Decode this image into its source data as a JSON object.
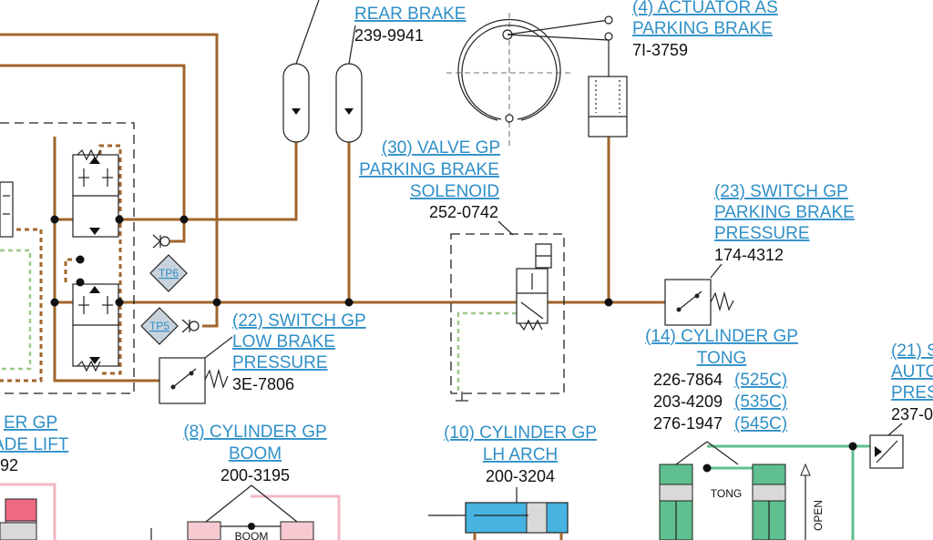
{
  "labels": {
    "rear_brake": {
      "name": "REAR BRAKE",
      "part": "239-9941"
    },
    "actuator": {
      "line1": "(4) ACTUATOR AS",
      "line2": "PARKING BRAKE",
      "part": "7I-3759"
    },
    "valve": {
      "line1": "(30) VALVE GP",
      "line2": "PARKING BRAKE",
      "line3": "SOLENOID",
      "part": "252-0742"
    },
    "switch23": {
      "line1": "(23) SWITCH GP",
      "line2": "PARKING BRAKE",
      "line3": "PRESSURE",
      "part": "174-4312"
    },
    "switch22": {
      "line1": "(22) SWITCH GP",
      "line2": "LOW BRAKE",
      "line3": "PRESSURE",
      "part": "3E-7806"
    },
    "cyl14": {
      "line1": "(14) CYLINDER GP",
      "line2": "TONG",
      "parts": [
        {
          "part": "226-7864",
          "ref": "(525C)"
        },
        {
          "part": "203-4209",
          "ref": "(535C)"
        },
        {
          "part": "276-1947",
          "ref": "(545C)"
        }
      ],
      "inner_label": "TONG",
      "open_label": "OPEN"
    },
    "cyl21": {
      "line1": "(21) S",
      "line2": "AUTO",
      "line3": "PRES",
      "part": "237-0"
    },
    "cyl8": {
      "line1": "(8) CYLINDER GP",
      "line2": "BOOM",
      "part": "200-3195",
      "inner_label": "BOOM"
    },
    "cyl10": {
      "line1": "(10) CYLINDER GP",
      "line2": "LH ARCH",
      "part": "200-3204"
    },
    "left_cut": {
      "line1": "ER GP",
      "line2": "ADE LIFT",
      "part": "92"
    },
    "tp6": "TP6",
    "tp5": "TP5"
  }
}
